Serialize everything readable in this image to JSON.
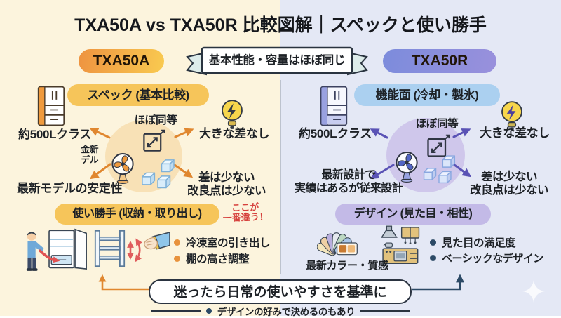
{
  "title": "TXA50A vs TXA50R 比較図解｜スペックと使い勝手",
  "banner": {
    "text": "基本性能・容量はほぼ同じ"
  },
  "left": {
    "model": "TXA50A",
    "spec": {
      "header": "スペック (基本比較)",
      "center": "ほぼ同等",
      "capacity": "約500Lクラス",
      "no_diff": "大きな差なし",
      "note1": "金新",
      "note2": "デル",
      "stability": "最新モデルの安定性",
      "small1": "差は少ない",
      "small2": "改良点は少ない"
    },
    "usage": {
      "header": "使い勝手 (収納・取り出し)",
      "highlight1": "ここが",
      "highlight2": "一番違う！",
      "bullets": [
        "冷凍室の引き出し",
        "棚の高さ調整"
      ]
    }
  },
  "right": {
    "model": "TXA50R",
    "func": {
      "header": "機能面 (冷却・製氷)",
      "center": "ほぼ同等",
      "capacity": "約500Lクラス",
      "no_diff": "大きな差なし",
      "note1": "最新設計で",
      "note2": "実績はあるが従来設計",
      "small1": "差は少ない",
      "small2": "改良点は少ない"
    },
    "design": {
      "header": "デザイン (見た目・相性)",
      "caption": "最新カラー・質感",
      "bullets": [
        "見た目の満足度",
        "ベーシックなデザイン"
      ]
    }
  },
  "footer": {
    "main": "迷ったら日常の使いやすさを基準に",
    "sub": "デザインの好みで決めるのもあり"
  },
  "colors": {
    "left_bg": "#fcf4dd",
    "right_bg": "#e4e8f5",
    "left_accent": "#e0872f",
    "right_accent": "#5a53b5",
    "gold_pill": "#f6c55a",
    "blue_pill": "#abd0f0",
    "purple_pill": "#c3bae7",
    "model_a_start": "#ee9340",
    "model_a_end": "#f9ca50",
    "model_r_start": "#7c8cdc",
    "model_r_end": "#9990dc",
    "highlight_red": "#d6403c",
    "navy": "#2c4a66",
    "red_arrow": "#e05c5c"
  },
  "icons": {
    "left_product": "fridge-icon",
    "right_product": "fridge-icon",
    "energy": "lightbulb-icon",
    "capacity_equal": "expand-arrows-icon",
    "cooling": "fan-icon",
    "ice": "ice-cubes-icon",
    "usage_scene": "person-opening-fridge-icon",
    "shelf": "shelf-icon",
    "reach": "hand-icon",
    "design_color": "color-swatches-icon",
    "design_kitchen": "kitchen-icon",
    "decor": "sparkle-icon"
  }
}
